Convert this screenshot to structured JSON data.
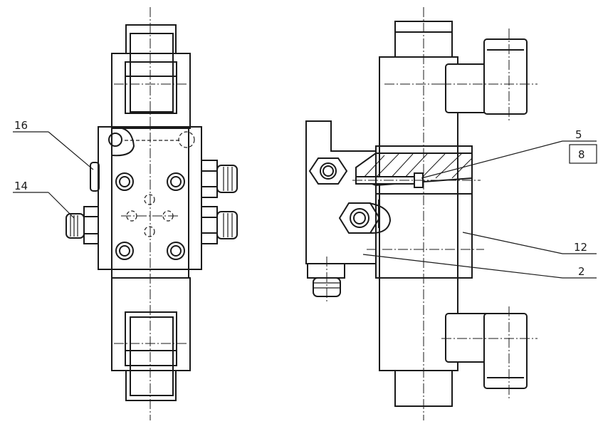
{
  "labels": {
    "left_view": [
      {
        "id": "16",
        "text": "16"
      },
      {
        "id": "14",
        "text": "14"
      }
    ],
    "right_view": [
      {
        "id": "5",
        "text": "5"
      },
      {
        "id": "8",
        "text": "8"
      },
      {
        "id": "12",
        "text": "12"
      },
      {
        "id": "2",
        "text": "2"
      }
    ]
  },
  "colors": {
    "line": "#1a1a1a",
    "background": "#ffffff"
  }
}
